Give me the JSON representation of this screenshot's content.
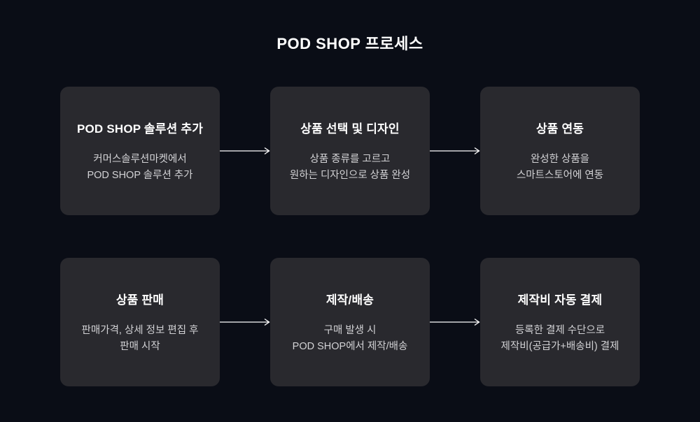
{
  "page": {
    "title": "POD SHOP 프로세스"
  },
  "colors": {
    "background": "#0a0d16",
    "card": "#29292e",
    "heading": "#ffffff",
    "body_text": "#d2d2d5",
    "arrow": "#ffffff"
  },
  "rows": [
    {
      "cards": [
        {
          "title": "POD SHOP 솔루션 추가",
          "lines": [
            "커머스솔루션마켓에서",
            "POD SHOP 솔루션 추가"
          ]
        },
        {
          "title": "상품 선택 및 디자인",
          "lines": [
            "상품 종류를 고르고",
            "원하는 디자인으로 상품 완성"
          ]
        },
        {
          "title": "상품 연동",
          "lines": [
            "완성한 상품을",
            "스마트스토어에 연동"
          ]
        }
      ]
    },
    {
      "cards": [
        {
          "title": "상품 판매",
          "lines": [
            "판매가격, 상세 정보 편집 후",
            "판매 시작"
          ]
        },
        {
          "title": "제작/배송",
          "lines": [
            "구매 발생 시",
            "POD SHOP에서 제작/배송"
          ]
        },
        {
          "title": "제작비 자동 결제",
          "lines": [
            "등록한 결제 수단으로",
            "제작비(공급가+배송비) 결제"
          ]
        }
      ]
    }
  ]
}
